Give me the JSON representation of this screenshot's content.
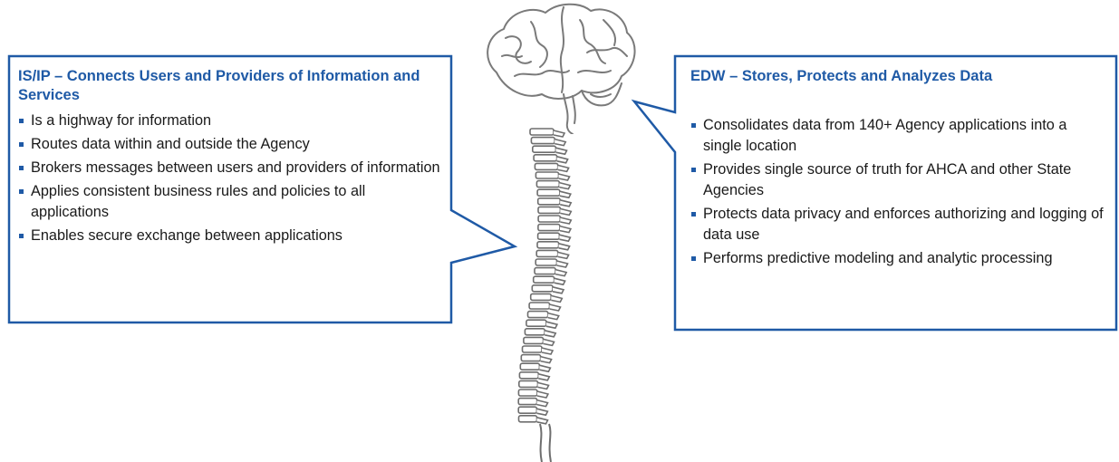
{
  "left_callout": {
    "title": "IS/IP – Connects Users and Providers of Information and Services",
    "bullets": [
      "Is a highway for information",
      "Routes data within and outside the Agency",
      "Brokers messages between users and providers of information",
      "Applies consistent business rules and policies to all applications",
      "Enables secure exchange between applications"
    ]
  },
  "right_callout": {
    "title": "EDW – Stores, Protects and Analyzes Data",
    "bullets": [
      "Consolidates data from 140+ Agency applications into a single location",
      "Provides single source of truth for AHCA and other State Agencies",
      "Protects data privacy and enforces authorizing and logging of data use",
      "Performs predictive modeling and analytic processing"
    ]
  },
  "colors": {
    "accent": "#1f5aa6",
    "anatomy": "#7a7a7a"
  },
  "icons": [
    "brain-icon",
    "spine-icon"
  ]
}
